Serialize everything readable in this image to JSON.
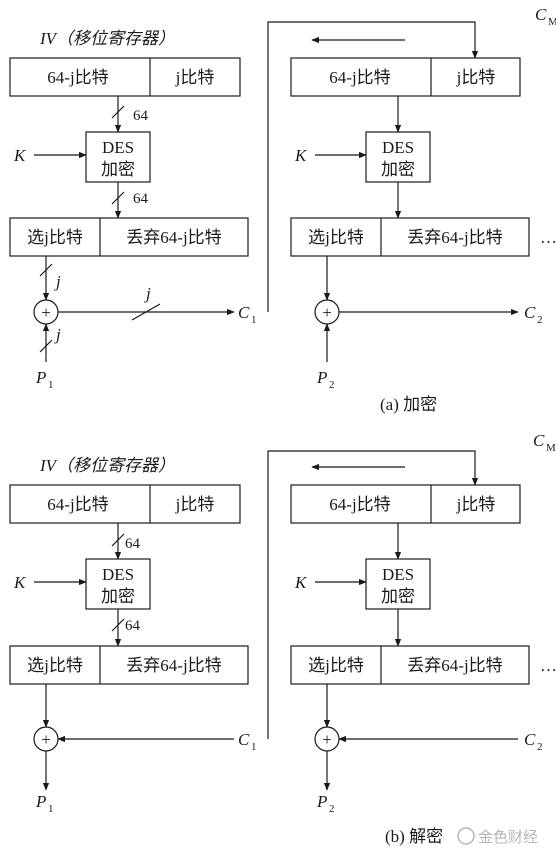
{
  "iv_label": "IV（移位寄存器）",
  "reg_left": "64-j比特",
  "reg_right": "j比特",
  "bits_64": "64",
  "bits_j": "j",
  "key": "K",
  "des_line1": "DES",
  "des_line2": "加密",
  "select_label": "选j比特",
  "discard_label": "丢弃64-j比特",
  "xor": "+",
  "c_letter": "C",
  "p_letter": "P",
  "sub_1": "1",
  "sub_2": "2",
  "sub_m": "M",
  "ellipsis": "…",
  "caption_a": "(a)  加密",
  "caption_b": "(b)  解密",
  "watermark": "金色财经"
}
